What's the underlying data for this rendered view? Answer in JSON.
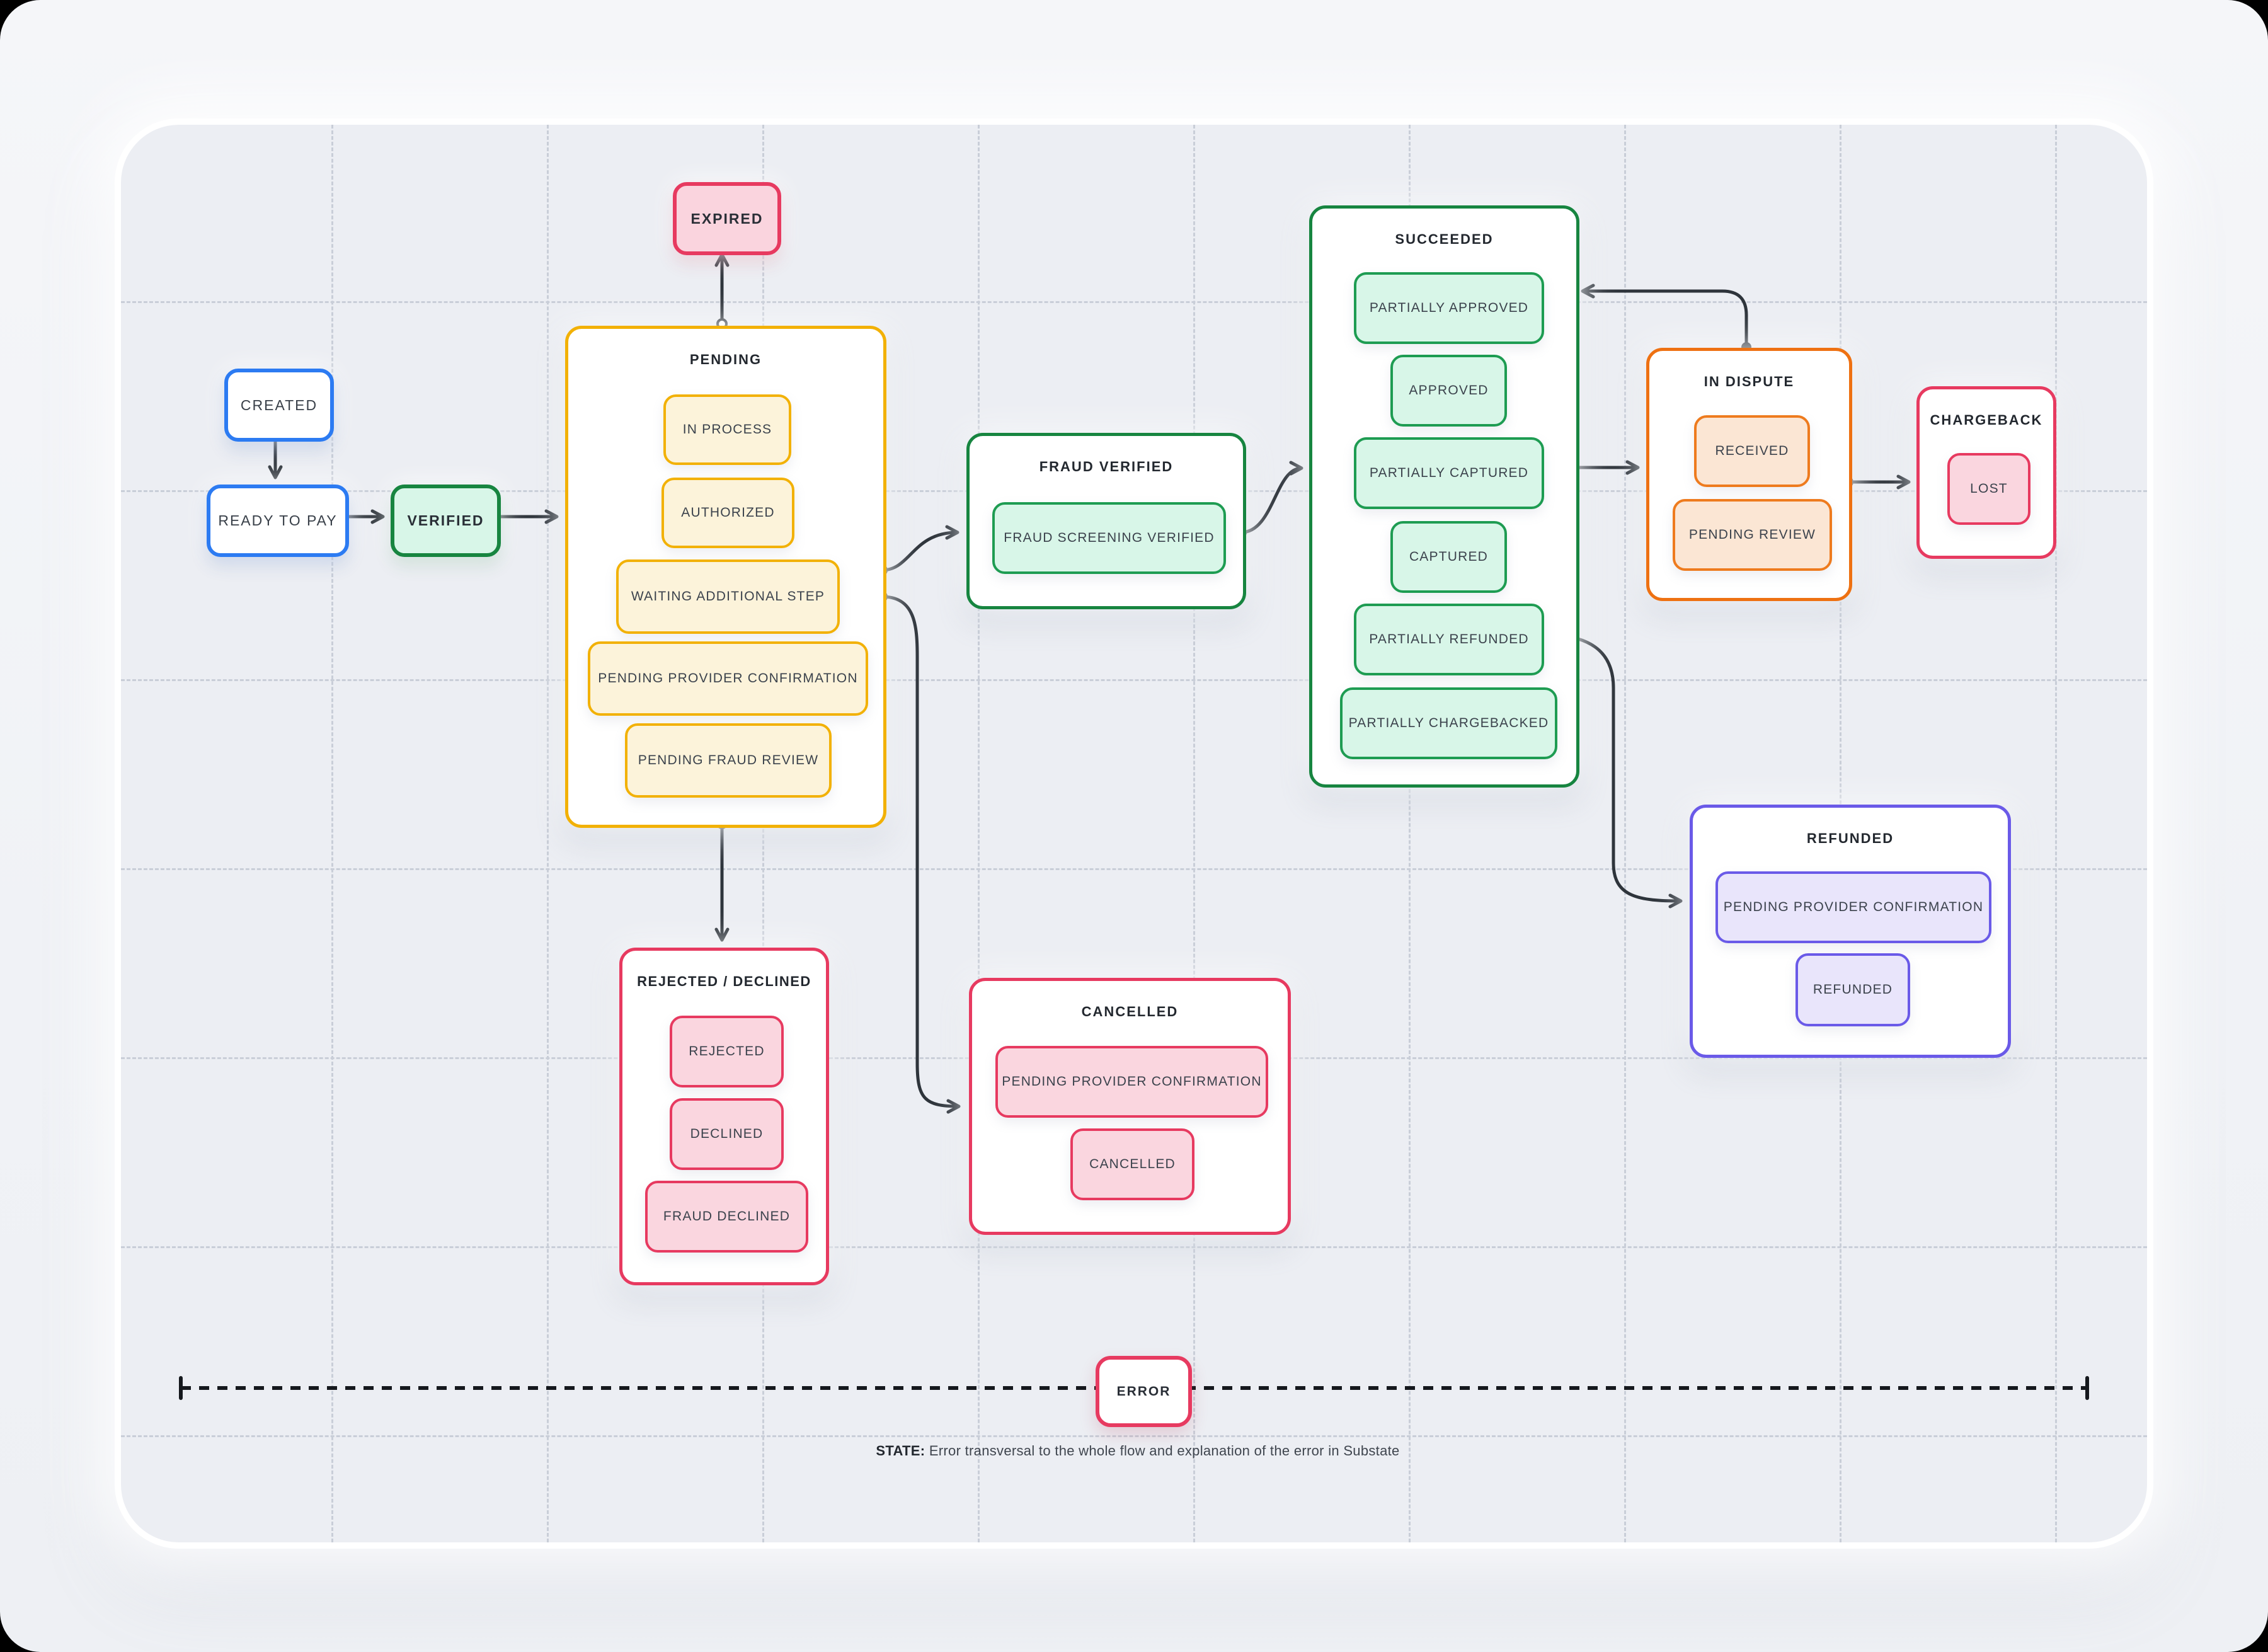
{
  "palette": {
    "canvas_bg": "#eceef3",
    "grid_dash": "#c9ced8",
    "connector": "#2e343b",
    "blue_border": "#2c7bf2",
    "green_border": "#178540",
    "green_fill": "#d8f6e8",
    "yellow_border": "#f2b106",
    "yellow_fill": "#fcf3da",
    "red_border": "#e73a60",
    "red_fill": "#fad6df",
    "orange_border": "#ee7112",
    "orange_fill": "#fbe6d4",
    "purple_border": "#6a5ae8",
    "purple_fill": "#e9e5fb"
  },
  "nodes": {
    "created": {
      "label": "CREATED"
    },
    "ready_to_pay": {
      "label": "READY TO PAY"
    },
    "verified": {
      "label": "VERIFIED"
    },
    "expired": {
      "label": "EXPIRED"
    },
    "error": {
      "label": "ERROR"
    }
  },
  "containers": {
    "pending": {
      "title": "PENDING",
      "items": [
        "IN PROCESS",
        "AUTHORIZED",
        "WAITING ADDITIONAL STEP",
        "PENDING PROVIDER CONFIRMATION",
        "PENDING FRAUD REVIEW"
      ]
    },
    "fraud_verified": {
      "title": "FRAUD VERIFIED",
      "items": [
        "FRAUD SCREENING VERIFIED"
      ]
    },
    "succeeded": {
      "title": "SUCCEEDED",
      "items": [
        "PARTIALLY APPROVED",
        "APPROVED",
        "PARTIALLY CAPTURED",
        "CAPTURED",
        "PARTIALLY REFUNDED",
        "PARTIALLY CHARGEBACKED"
      ]
    },
    "in_dispute": {
      "title": "IN DISPUTE",
      "items": [
        "RECEIVED",
        "PENDING REVIEW"
      ]
    },
    "chargeback": {
      "title": "CHARGEBACK",
      "items": [
        "LOST"
      ]
    },
    "refunded": {
      "title": "REFUNDED",
      "items": [
        "PENDING PROVIDER CONFIRMATION",
        "REFUNDED"
      ]
    },
    "rejected_declined": {
      "title": "REJECTED / DECLINED",
      "items": [
        "REJECTED",
        "DECLINED",
        "FRAUD DECLINED"
      ]
    },
    "cancelled": {
      "title": "CANCELLED",
      "items": [
        "PENDING PROVIDER CONFIRMATION",
        "CANCELLED"
      ]
    }
  },
  "caption": {
    "label": "STATE:",
    "text": " Error transversal to the whole flow and explanation of the error in Substate"
  }
}
